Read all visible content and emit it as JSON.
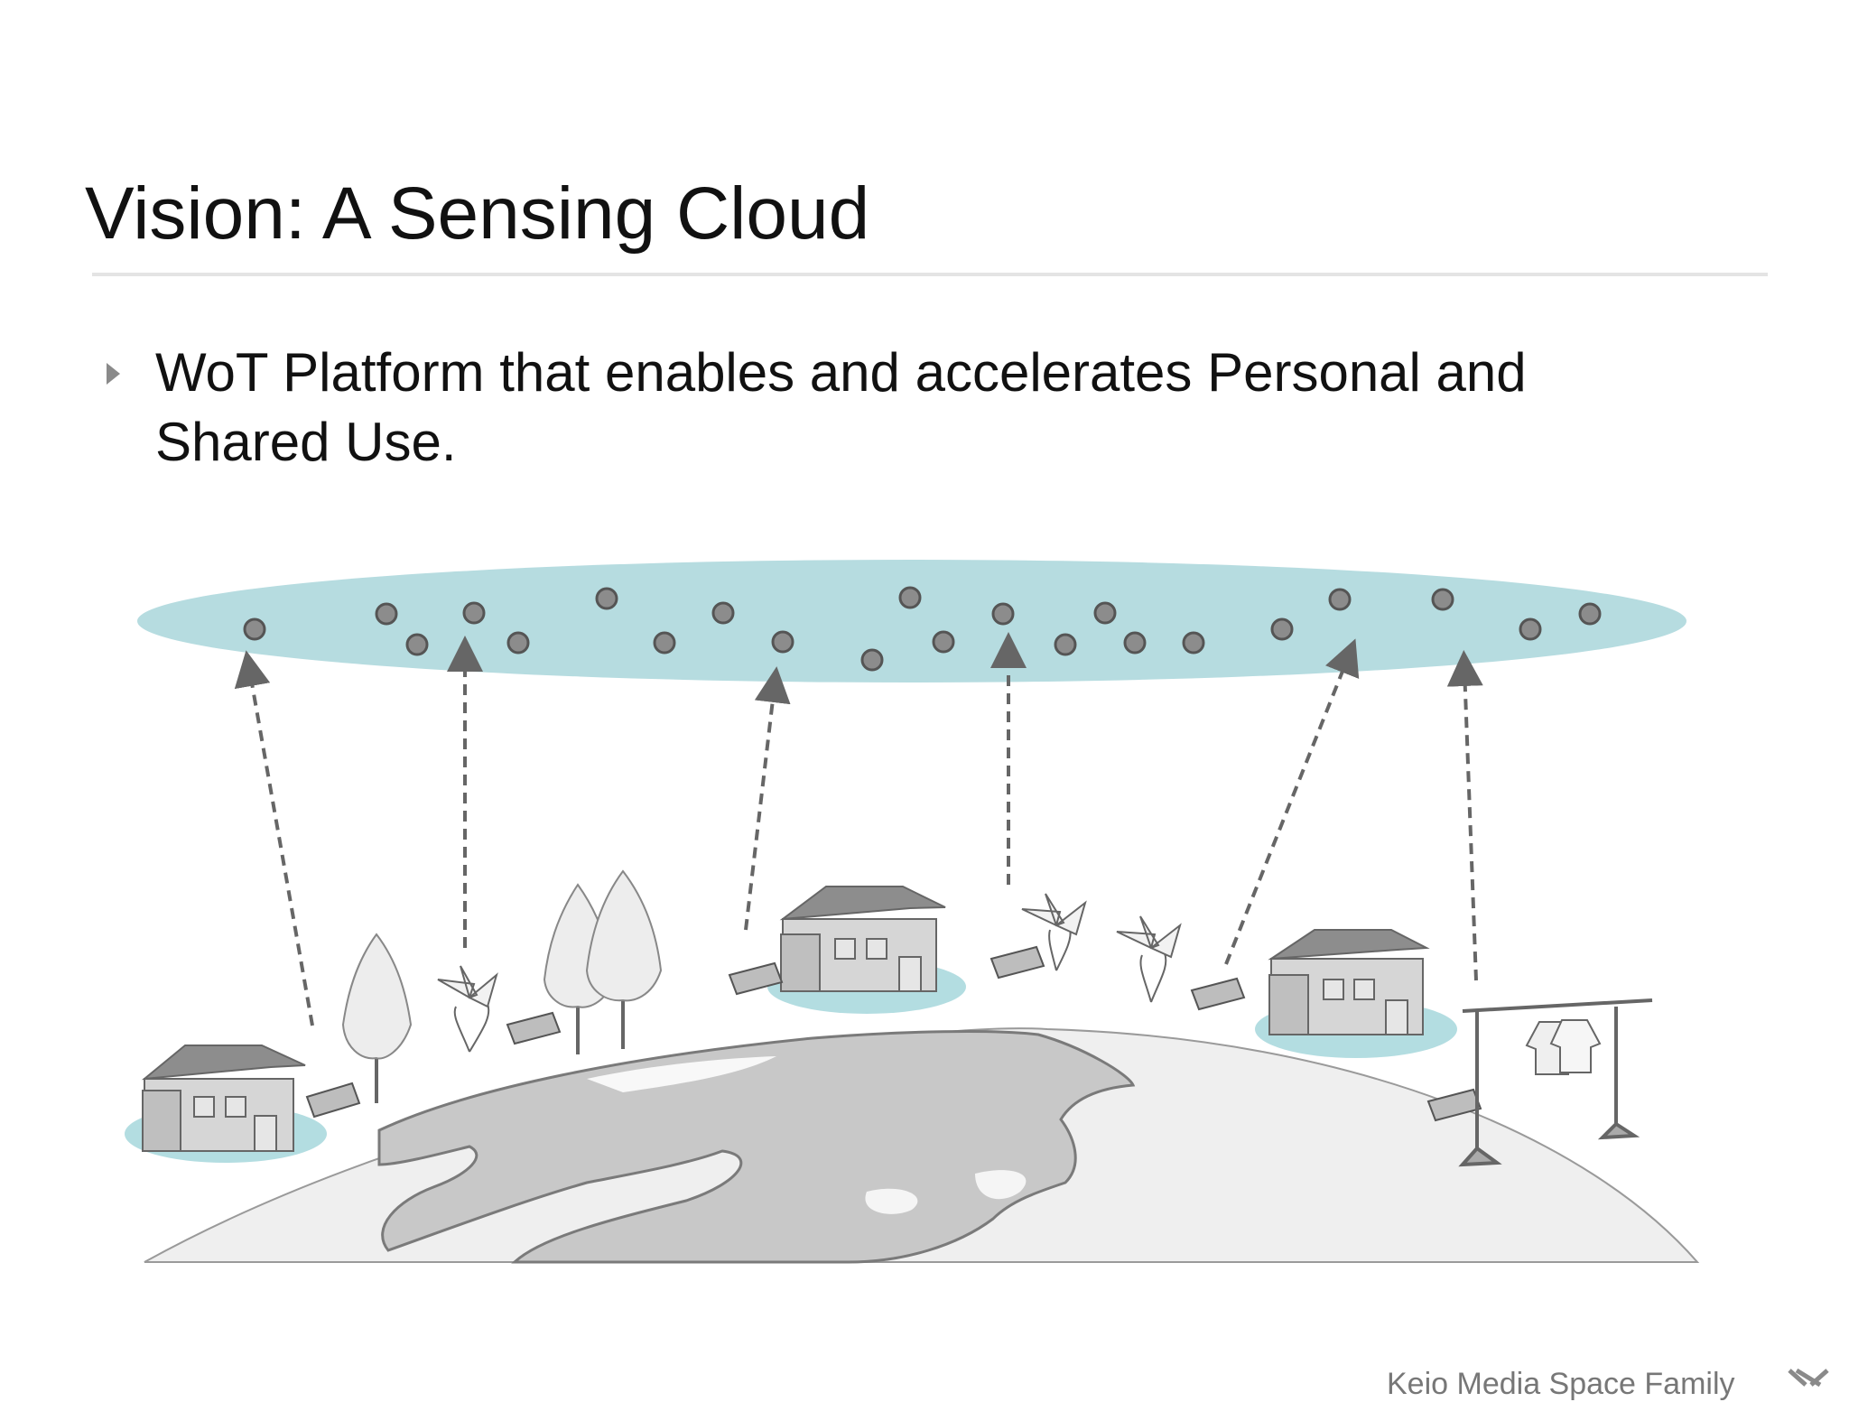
{
  "slide": {
    "title": "Vision: A Sensing Cloud",
    "bullets": [
      {
        "text": "WoT Platform that enables and accelerates Personal and Shared Use."
      }
    ],
    "footer": "Keio Media Space Family"
  },
  "colors": {
    "cloud": "#b6dce0",
    "node": "#8c8c8c",
    "house_pad": "#b3dde1",
    "globe": "#eeeeee",
    "land": "#c6c6c6"
  },
  "icons": {
    "bullet": "triangle-right-icon",
    "footer_logo": "keio-logo-icon"
  }
}
